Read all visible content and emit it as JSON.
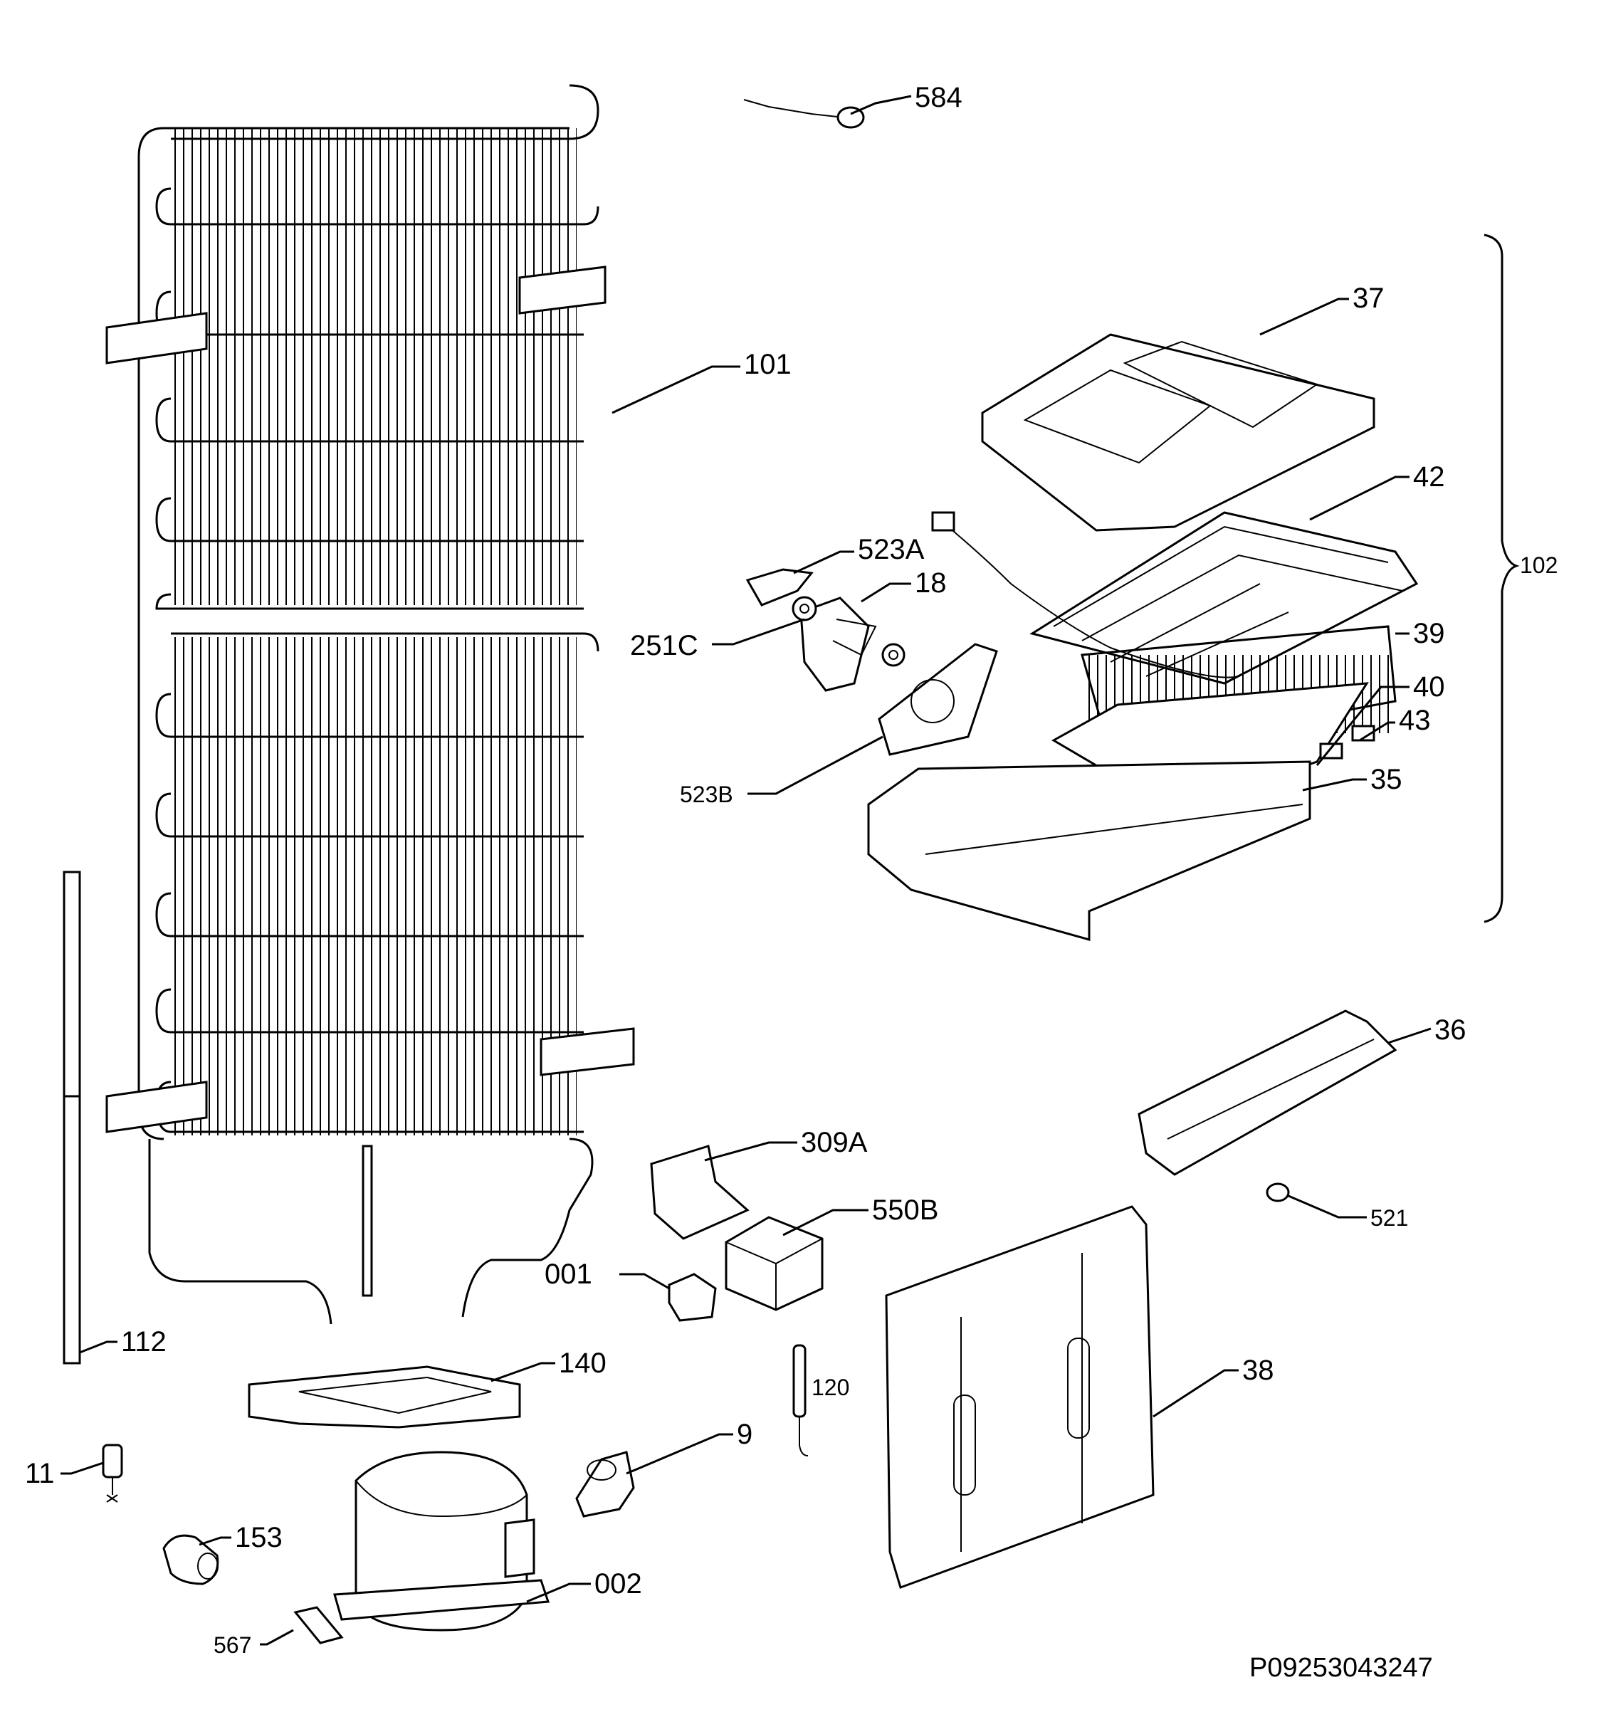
{
  "drawing_code": "P09253043247",
  "callouts": {
    "c584": "584",
    "c101": "101",
    "c37": "37",
    "c42": "42",
    "c523a": "523A",
    "c18": "18",
    "c251c": "251C",
    "c102": "102",
    "c39": "39",
    "c40": "40",
    "c43": "43",
    "c523b": "523B",
    "c35": "35",
    "c36": "36",
    "c309a": "309A",
    "c550b": "550B",
    "c521": "521",
    "c001": "001",
    "c112": "112",
    "c140": "140",
    "c38": "38",
    "c120": "120",
    "c9": "9",
    "c11": "11",
    "c153": "153",
    "c002": "002",
    "c567": "567"
  }
}
